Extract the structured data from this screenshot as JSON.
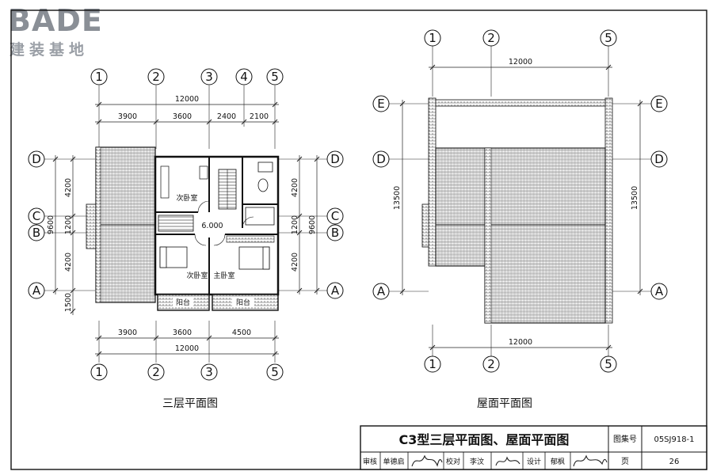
{
  "brand": {
    "name": "BADE",
    "subtitle": "建装基地"
  },
  "third_floor": {
    "caption": "三层平面图",
    "top_axes": [
      "1",
      "2",
      "3",
      "4",
      "5"
    ],
    "top_total": "12000",
    "top_spans": [
      "3900",
      "3600",
      "2400",
      "2100"
    ],
    "bottom_axes": [
      "1",
      "2",
      "3",
      "5"
    ],
    "bottom_total": "12000",
    "bottom_spans": [
      "3900",
      "3600",
      "4500"
    ],
    "left_axes": [
      "D",
      "C",
      "B",
      "A"
    ],
    "right_axes": [
      "D",
      "C",
      "B",
      "A"
    ],
    "left_dims": [
      "4200",
      "1200",
      "9600",
      "4200",
      "1500"
    ],
    "right_dims": [
      "4200",
      "1200",
      "9600",
      "4200"
    ],
    "rooms": {
      "bedroom_nw": "次卧室",
      "bedroom_sw": "次卧室",
      "master": "主卧室",
      "balcony_l": "阳台",
      "balcony_r": "阳台",
      "elevation": "6.000"
    }
  },
  "roof": {
    "caption": "屋面平面图",
    "top_axes": [
      "1",
      "2",
      "5"
    ],
    "top_total": "12000",
    "bottom_axes": [
      "1",
      "2",
      "5"
    ],
    "bottom_total": "12000",
    "left_axes": [
      "E",
      "D",
      "A"
    ],
    "right_axes": [
      "E",
      "D",
      "A"
    ],
    "left_dim": "13500",
    "right_dim": "13500"
  },
  "title_block": {
    "title": "C3型三层平面图、屋面平面图",
    "atlas_label": "图集号",
    "atlas_no": "05SJ918-1",
    "review_label": "审核",
    "reviewer": "单德启",
    "check_label": "校对",
    "checker": "李汶",
    "design_label": "设计",
    "designer": "郁枫",
    "page_label": "页",
    "page_no": "26"
  }
}
